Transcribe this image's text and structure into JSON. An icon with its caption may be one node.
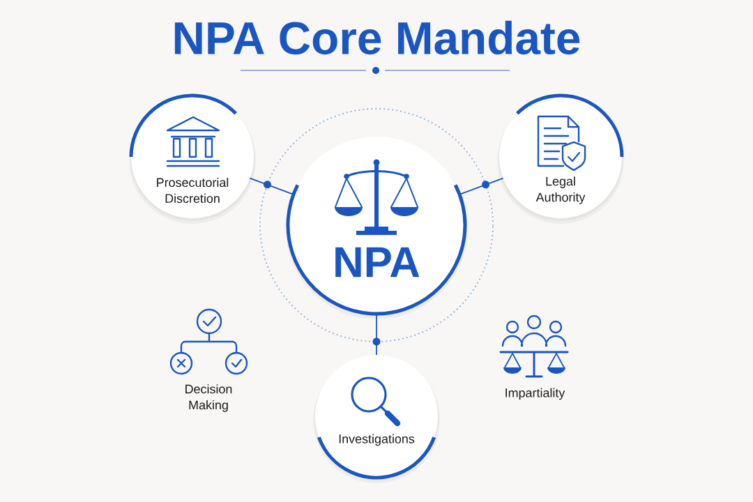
{
  "diagram": {
    "title": "NPA Core Mandate",
    "nodes": [
      {
        "text": [
          "Prosecutorial Discretion"
        ]
      },
      {
        "text": [
          "NPA"
        ]
      },
      {
        "text": [
          "Legal Authority"
        ]
      },
      {
        "text": [
          "Investigations"
        ]
      }
    ],
    "edges": [
      {
        "from": 1,
        "to": 0,
        "arrow": "none"
      },
      {
        "from": 1,
        "to": 2,
        "arrow": "none"
      },
      {
        "from": 1,
        "to": 3,
        "arrow": "none"
      }
    ],
    "labels": [
      "Decision Making",
      "Impartiality"
    ]
  }
}
